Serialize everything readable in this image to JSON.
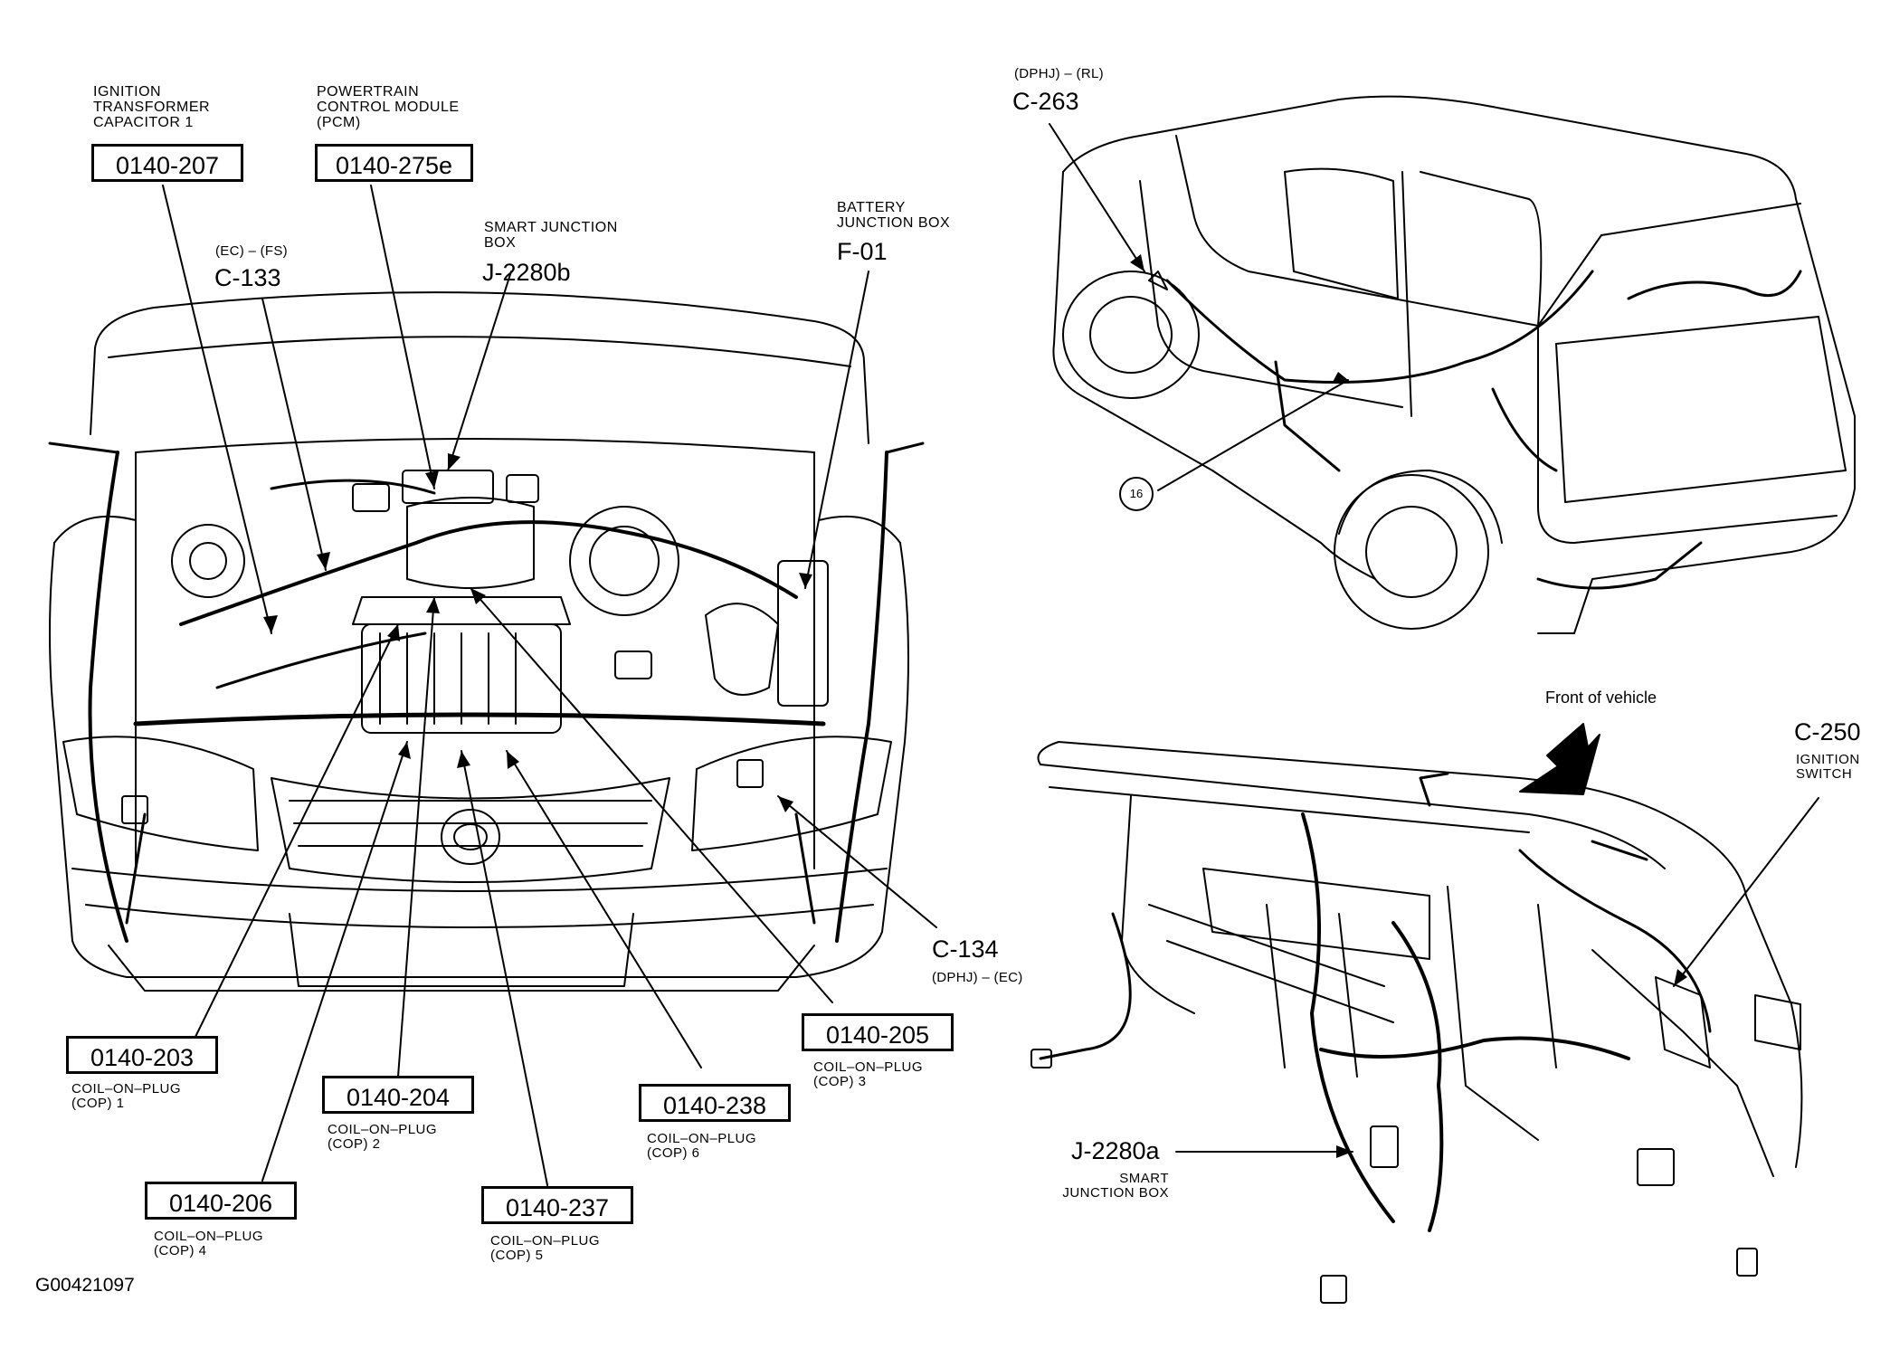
{
  "figure_id": "G00421097",
  "engine_view": {
    "callouts": [
      {
        "caption": "IGNITION TRANSFORMER CAPACITOR 1",
        "code": "0140-207"
      },
      {
        "caption": "POWERTRAIN CONTROL MODULE (PCM)",
        "code": "0140-275e"
      },
      {
        "caption": "SMART JUNCTION BOX",
        "code": "J-2280b"
      },
      {
        "caption": "BATTERY JUNCTION BOX",
        "code": "F-01"
      },
      {
        "caption": "(EC) – (FS)",
        "code": "C-133"
      },
      {
        "caption": "(DPHJ) – (EC)",
        "code": "C-134"
      },
      {
        "caption": "COIL–ON–PLUG (COP) 1",
        "code": "0140-203"
      },
      {
        "caption": "COIL–ON–PLUG (COP) 2",
        "code": "0140-204"
      },
      {
        "caption": "COIL–ON–PLUG (COP) 3",
        "code": "0140-205"
      },
      {
        "caption": "COIL–ON–PLUG (COP) 4",
        "code": "0140-206"
      },
      {
        "caption": "COIL–ON–PLUG (COP) 5",
        "code": "0140-237"
      },
      {
        "caption": "COIL–ON–PLUG (COP) 6",
        "code": "0140-238"
      }
    ]
  },
  "rear_view": {
    "connector_caption": "(DPHJ) – (RL)",
    "connector_code": "C-263",
    "circle_label": "16"
  },
  "dash_view": {
    "direction_label": "Front of vehicle",
    "ignition_code": "C-250",
    "ignition_caption": "IGNITION SWITCH",
    "sjb_code": "J-2280a",
    "sjb_caption": "SMART JUNCTION BOX"
  }
}
